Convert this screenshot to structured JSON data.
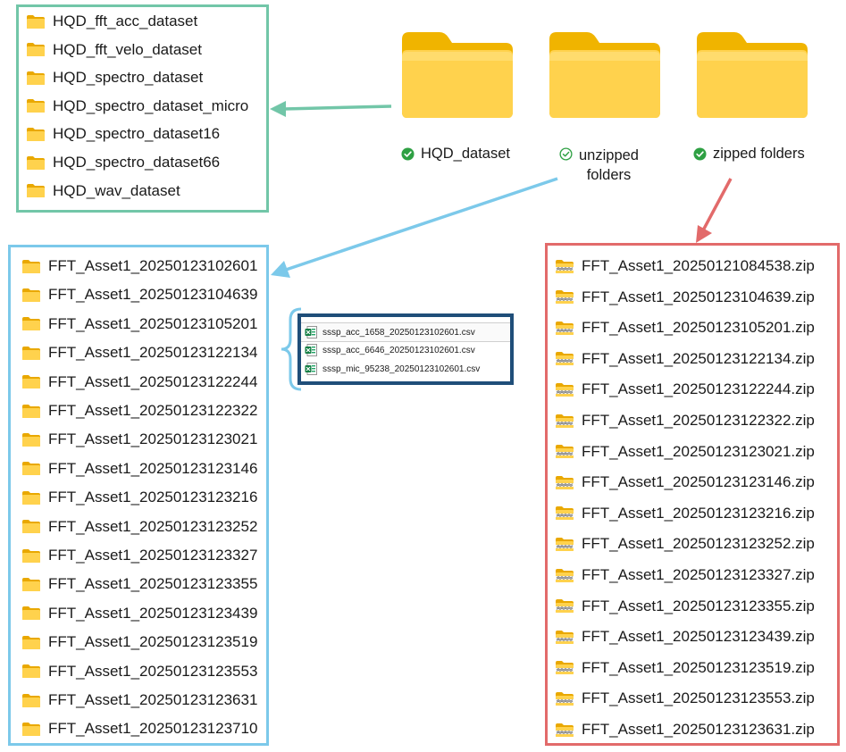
{
  "colors": {
    "green_border": "#72c6a8",
    "blue_border": "#7cc9ea",
    "red_border": "#e26a6a",
    "navy_border": "#1f4e79",
    "folder_yellow": "#ffcf3f",
    "sync_green": "#2ea043"
  },
  "top_folders": [
    {
      "label": "HQD_dataset",
      "status": "synced-check-filled"
    },
    {
      "label": "unzipped",
      "label2": "folders",
      "status": "synced-check-outline"
    },
    {
      "label": "zipped folders",
      "status": "synced-check-filled"
    }
  ],
  "hqd_dataset_list": [
    "HQD_fft_acc_dataset",
    "HQD_fft_velo_dataset",
    "HQD_spectro_dataset",
    "HQD_spectro_dataset_micro",
    "HQD_spectro_dataset16",
    "HQD_spectro_dataset66",
    "HQD_wav_dataset"
  ],
  "unzipped_list": [
    "FFT_Asset1_20250123102601",
    "FFT_Asset1_20250123104639",
    "FFT_Asset1_20250123105201",
    "FFT_Asset1_20250123122134",
    "FFT_Asset1_20250123122244",
    "FFT_Asset1_20250123122322",
    "FFT_Asset1_20250123123021",
    "FFT_Asset1_20250123123146",
    "FFT_Asset1_20250123123216",
    "FFT_Asset1_20250123123252",
    "FFT_Asset1_20250123123327",
    "FFT_Asset1_20250123123355",
    "FFT_Asset1_20250123123439",
    "FFT_Asset1_20250123123519",
    "FFT_Asset1_20250123123553",
    "FFT_Asset1_20250123123631",
    "FFT_Asset1_20250123123710"
  ],
  "csv_files": [
    "sssp_acc_1658_20250123102601.csv",
    "sssp_acc_6646_20250123102601.csv",
    "sssp_mic_95238_20250123102601.csv"
  ],
  "zipped_list": [
    "FFT_Asset1_20250121084538.zip",
    "FFT_Asset1_20250123104639.zip",
    "FFT_Asset1_20250123105201.zip",
    "FFT_Asset1_20250123122134.zip",
    "FFT_Asset1_20250123122244.zip",
    "FFT_Asset1_20250123122322.zip",
    "FFT_Asset1_20250123123021.zip",
    "FFT_Asset1_20250123123146.zip",
    "FFT_Asset1_20250123123216.zip",
    "FFT_Asset1_20250123123252.zip",
    "FFT_Asset1_20250123123327.zip",
    "FFT_Asset1_20250123123355.zip",
    "FFT_Asset1_20250123123439.zip",
    "FFT_Asset1_20250123123519.zip",
    "FFT_Asset1_20250123123553.zip",
    "FFT_Asset1_20250123123631.zip"
  ]
}
